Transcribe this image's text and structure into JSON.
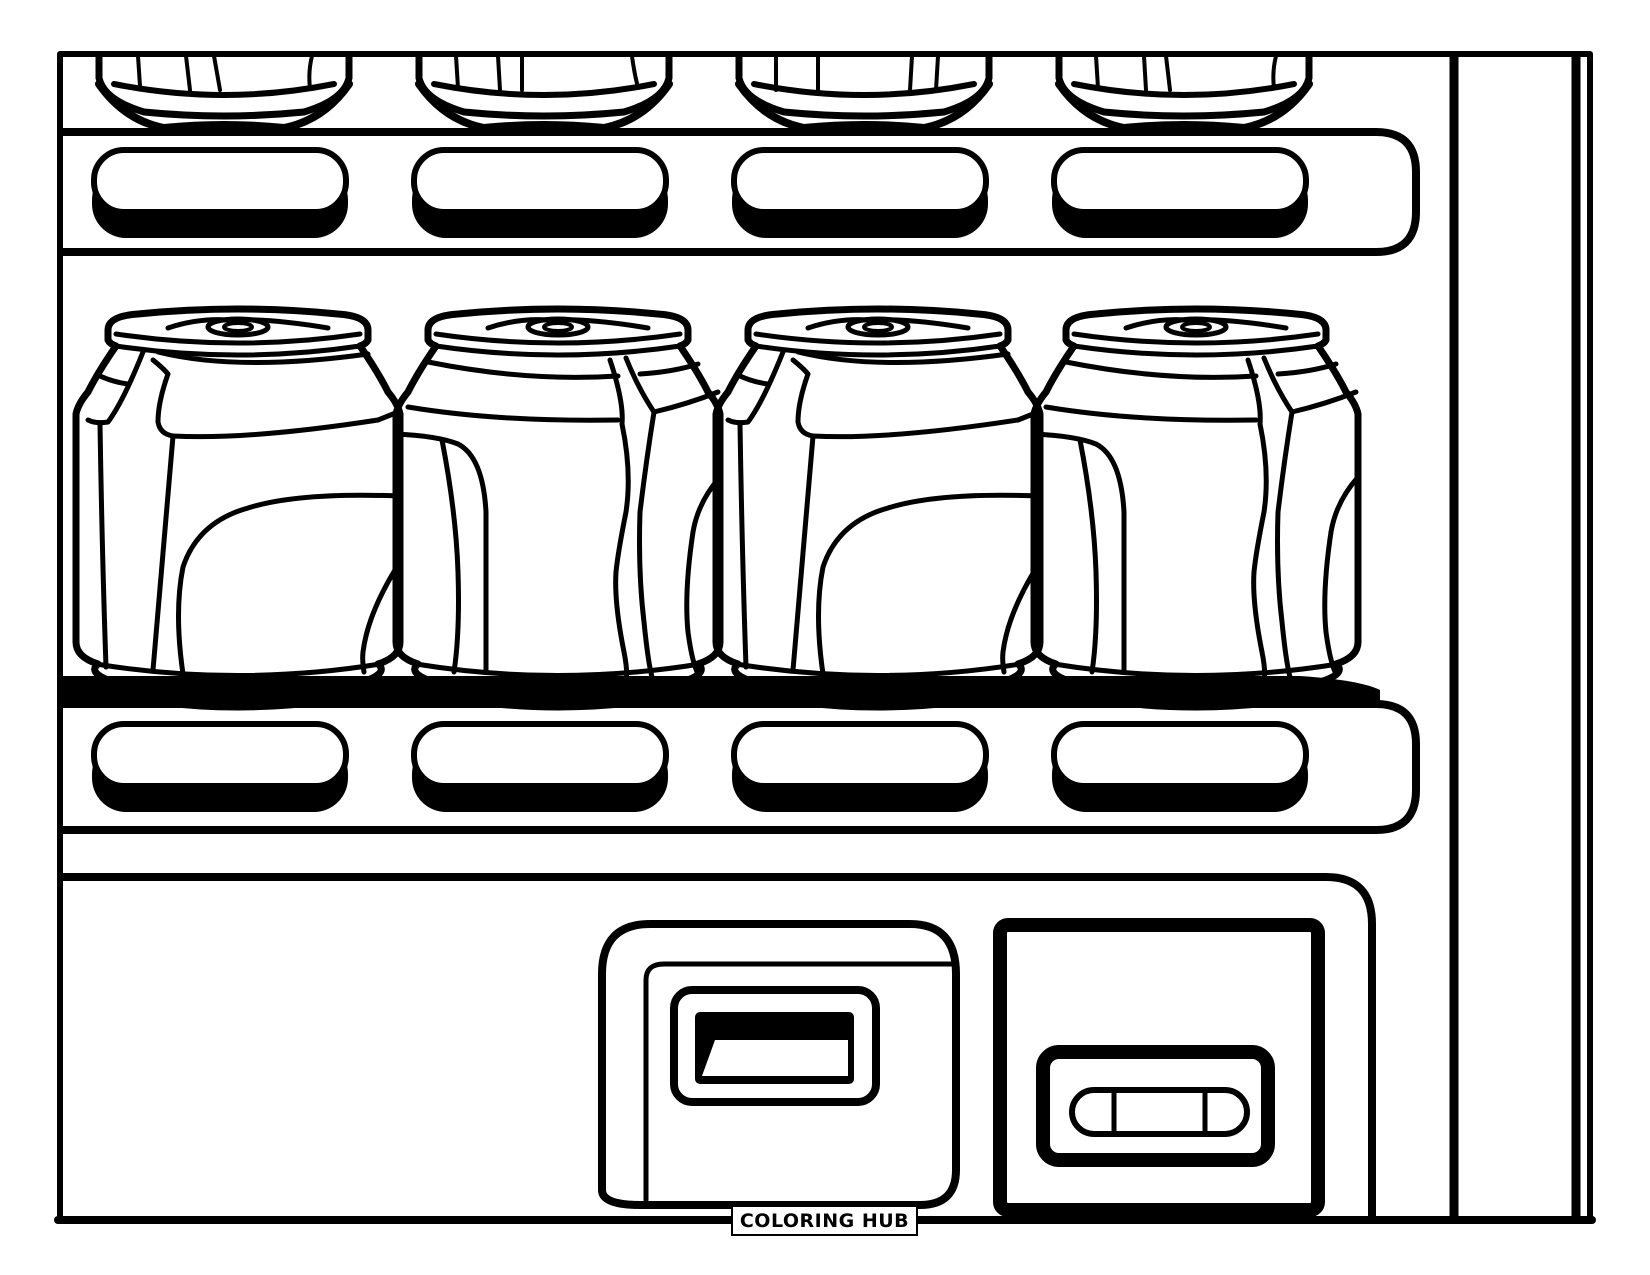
{
  "page": {
    "type": "coloring-page",
    "subject": "vending machine front with soda cans",
    "colors": {
      "line": "#000000",
      "background": "#ffffff"
    }
  },
  "brand": {
    "label": "COLORING HUB"
  },
  "machine": {
    "top_row": {
      "partial_cans": 4,
      "selection_buttons": [
        {
          "id": "top-1"
        },
        {
          "id": "top-2"
        },
        {
          "id": "top-3"
        },
        {
          "id": "top-4"
        }
      ]
    },
    "middle_row": {
      "cans": [
        {
          "id": "can-1",
          "style": "swoosh-label"
        },
        {
          "id": "can-2",
          "style": "wavy-stripes"
        },
        {
          "id": "can-3",
          "style": "swoosh-label"
        },
        {
          "id": "can-4",
          "style": "wavy-stripes"
        }
      ],
      "selection_buttons": [
        {
          "id": "mid-1"
        },
        {
          "id": "mid-2"
        },
        {
          "id": "mid-3"
        },
        {
          "id": "mid-4"
        }
      ]
    },
    "bottom_panel": {
      "bill_slot": {
        "name": "bill-acceptor"
      },
      "dispenser": {
        "name": "change-return"
      }
    }
  }
}
